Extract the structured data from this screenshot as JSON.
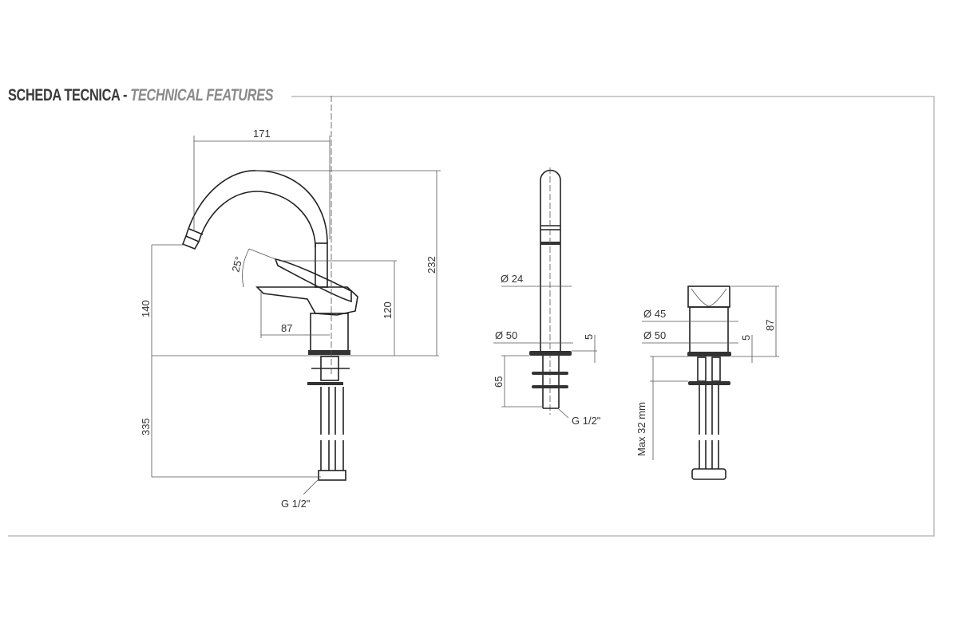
{
  "header": {
    "title_main": "SCHEDA TECNICA",
    "separator": "-",
    "title_sub": "TECHNICAL FEATURES"
  },
  "side_view": {
    "width": "171",
    "height_total": "232",
    "spout_height": "140",
    "lever_height": "120",
    "lever_reach": "87",
    "lever_angle": "25°",
    "hose_length": "335",
    "connection": "G 1/2\""
  },
  "front_view": {
    "spout_diameter": "Ø 24",
    "base_diameter": "Ø 50",
    "base_thickness": "5",
    "shank_length": "65",
    "connection": "G 1/2\""
  },
  "mixer_view": {
    "body_diameter": "Ø 45",
    "base_diameter": "Ø 50",
    "base_thickness": "5",
    "height": "87",
    "max_deck": "Max 32 mm"
  }
}
